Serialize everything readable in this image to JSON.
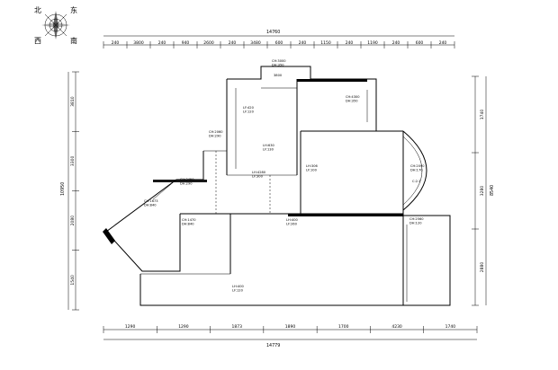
{
  "compass": {
    "north": "北",
    "east": "东",
    "west": "西",
    "south": "南"
  },
  "dimensions": {
    "top_total": "14760",
    "top_segments": [
      "240",
      "3800",
      "240",
      "940",
      "2600",
      "240",
      "3480",
      "600",
      "240",
      "1150",
      "240",
      "1190",
      "240",
      "600",
      "240"
    ],
    "bottom_total": "14779",
    "bottom_segments": [
      "1290",
      "1290",
      "1873",
      "1890",
      "1700",
      "4230",
      "1740"
    ],
    "left_total": "10950",
    "left_segments": [
      "3810",
      "3300",
      "2080",
      "1540"
    ],
    "right_total": "8540",
    "right_segments": [
      "1740",
      "3280",
      "2880"
    ]
  },
  "annotations": [
    {
      "code": "CH:3000\nDH:350"
    },
    {
      "code": "3800"
    },
    {
      "code": "CH:4300\nDH:350"
    },
    {
      "code": "LF:420\nLF:120"
    },
    {
      "code": "LH:630\nLF:130"
    },
    {
      "code": "CH:2060\nDH:290"
    },
    {
      "code": "CH:3450\nDH:290"
    },
    {
      "code": "CH:1470\nDH:840"
    },
    {
      "code": "CH:1673\nDH:840"
    },
    {
      "code": "LH:4280\nLF:300"
    },
    {
      "code": "LH:306\nLF:100"
    },
    {
      "code": "CH:2090\nDH:170"
    },
    {
      "code": "C:2.3"
    },
    {
      "code": "LH:400\nLF:260"
    },
    {
      "code": "CH:2560\nDH:120"
    },
    {
      "code": "LH:400\nLF:120"
    }
  ]
}
